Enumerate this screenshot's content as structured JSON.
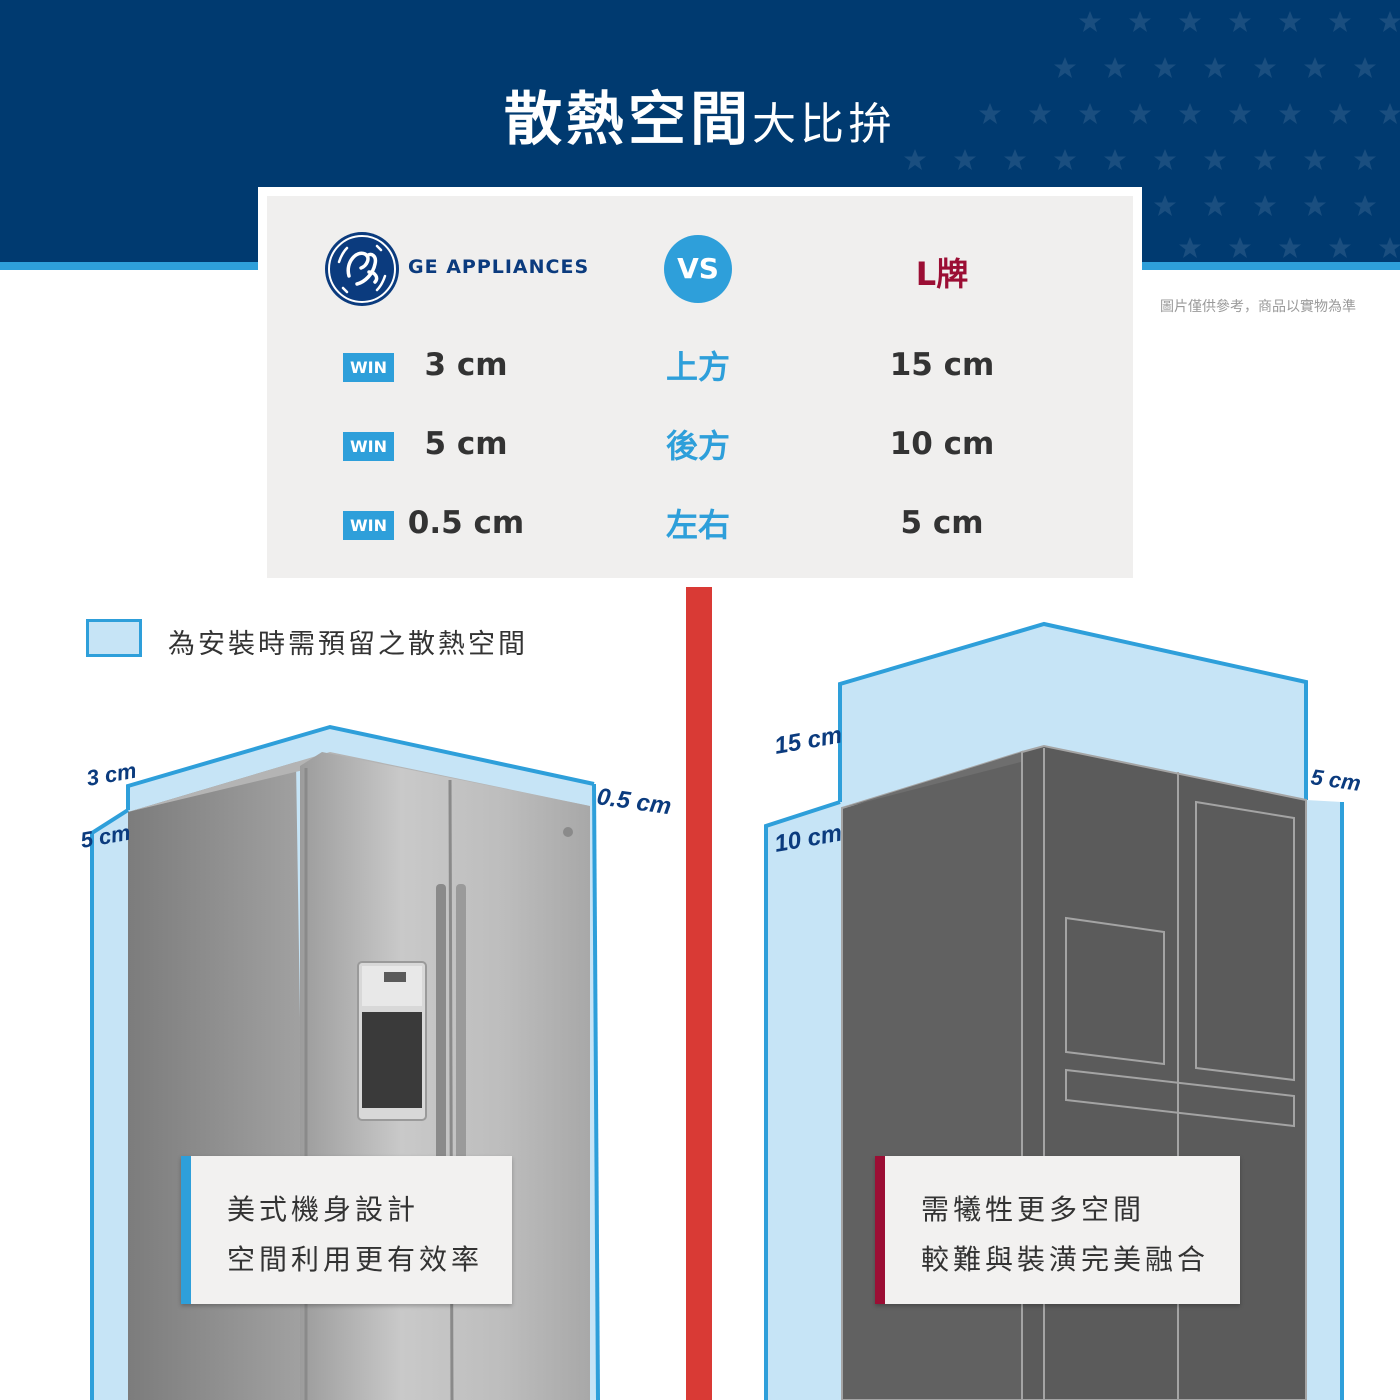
{
  "header": {
    "title_strong": "散熱空間",
    "title_light": "大比拚",
    "disclaimer": "圖片僅供參考，商品以實物為準"
  },
  "comparison": {
    "ge_brand": "GE APPLIANCES",
    "vs_label": "VS",
    "competitor_brand": "L牌",
    "win_label": "WIN",
    "rows": [
      {
        "direction": "上方",
        "ge_value": "3 cm",
        "competitor_value": "15 cm"
      },
      {
        "direction": "後方",
        "ge_value": "5 cm",
        "competitor_value": "10 cm"
      },
      {
        "direction": "左右",
        "ge_value": "0.5 cm",
        "competitor_value": "5 cm"
      }
    ]
  },
  "legend": {
    "text": "為安裝時需預留之散熱空間"
  },
  "ge_side": {
    "top_clearance": "3 cm",
    "back_clearance": "5 cm",
    "side_clearance": "0.5 cm",
    "callout_line1": "美式機身設計",
    "callout_line2": "空間利用更有效率"
  },
  "l_side": {
    "top_clearance": "15 cm",
    "back_clearance": "10 cm",
    "side_clearance": "5 cm",
    "callout_line1": "需犧牲更多空間",
    "callout_line2": "較難與裝潢完美融合"
  },
  "colors": {
    "navy": "#003a70",
    "accent_blue": "#2e9fda",
    "brand_red": "#9b0e34",
    "divider_red": "#d93a35",
    "clearance_fill": "#c6e4f6"
  },
  "icons": {
    "ge_logo": "ge-monogram-icon",
    "stars": "star-icon"
  }
}
